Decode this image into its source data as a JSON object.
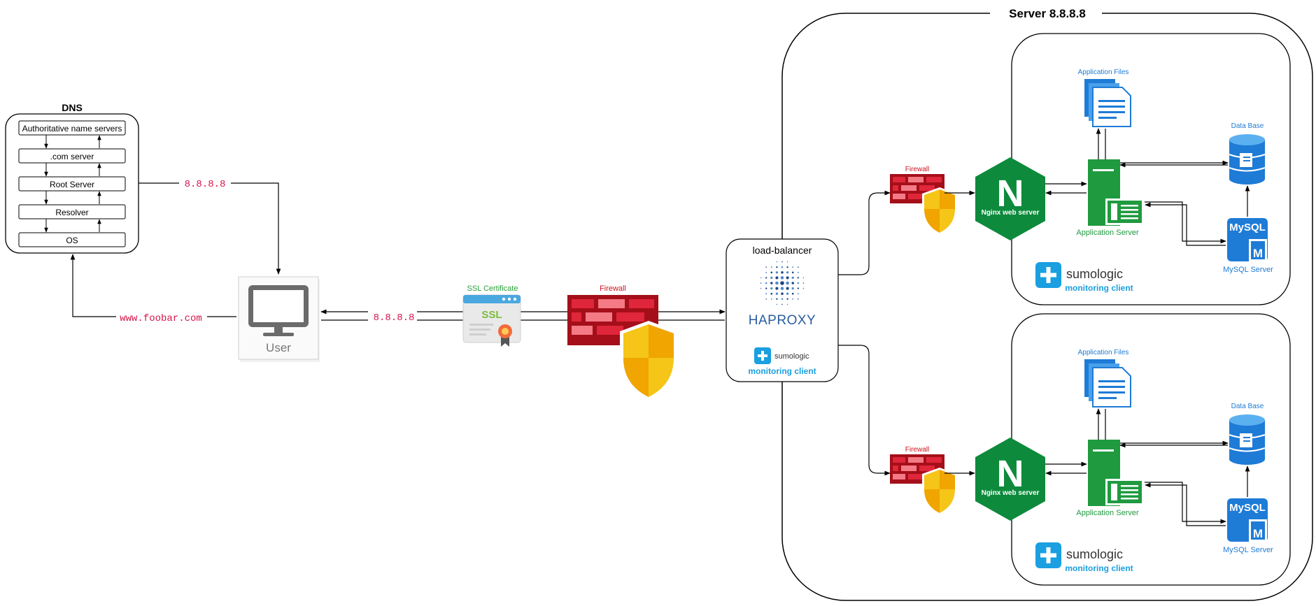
{
  "server": {
    "title": "Server 8.8.8.8"
  },
  "dns": {
    "title": "DNS",
    "items": [
      "Authoritative name servers",
      ".com server",
      "Root Server",
      "Resolver",
      "OS"
    ]
  },
  "user": {
    "label": "User"
  },
  "links": {
    "ip_to_user": "8.8.8.8",
    "domain": "www.foobar.com",
    "ip_from_user": "8.8.8.8"
  },
  "ssl": {
    "label": "SSL Certificate",
    "badge": "SSL"
  },
  "firewall": {
    "label": "Firewall"
  },
  "load_balancer": {
    "label": "load-balancer",
    "logo": "HAPROXY",
    "sumo_brand": "sumologic",
    "sumo_label": "monitoring client"
  },
  "stacks": [
    {
      "firewall_label": "Firewall",
      "nginx_label": "Nginx web server",
      "nginx_letter": "N",
      "app_server_label": "Application Server",
      "app_files_label": "Application Files",
      "db_label": "Data Base",
      "mysql_text": "MySQL",
      "mysql_m": "M",
      "mysql_label": "MySQL Server",
      "sumo_brand": "sumologic",
      "sumo_label": "monitoring client"
    },
    {
      "firewall_label": "Firewall",
      "nginx_label": "Nginx web server",
      "nginx_letter": "N",
      "app_server_label": "Application Server",
      "app_files_label": "Application Files",
      "db_label": "Data Base",
      "mysql_text": "MySQL",
      "mysql_m": "M",
      "mysql_label": "MySQL Server",
      "sumo_brand": "sumologic",
      "sumo_label": "monitoring client"
    }
  ],
  "colors": {
    "ip_text": "#d6154a",
    "nginx_green": "#0d8a3c",
    "app_green": "#1f9a3f",
    "firewall_red": "#c0121f",
    "shield_yellow": "#f5c518",
    "azure_blue": "#1e7bd6",
    "sumo_blue": "#1a9fe0",
    "ssl_green": "#2aa039"
  }
}
